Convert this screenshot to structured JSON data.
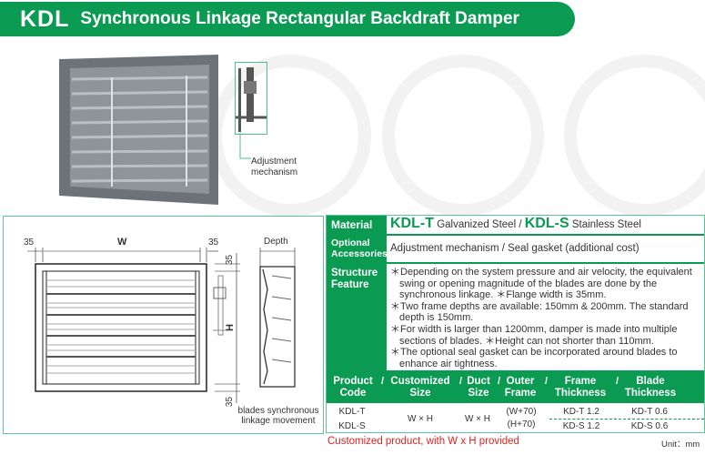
{
  "header": {
    "code": "KDL",
    "title": "Synchronous Linkage Rectangular Backdraft Damper"
  },
  "photo": {
    "callout_label": "Adjustment mechanism"
  },
  "drawing": {
    "dim_left": "35",
    "dim_width": "W",
    "dim_right": "35",
    "dim_top": "35",
    "dim_height": "H",
    "dim_bottom": "35",
    "depth": "Depth",
    "caption_line1": "blades synchronous",
    "caption_line2": "linkage movement"
  },
  "spec": {
    "material": {
      "label": "Material",
      "t_code": "KDL-T",
      "t_text": "Galvanized Steel /",
      "s_code": "KDL-S",
      "s_text": "Stainless Steel"
    },
    "accessories": {
      "label": "Optional Accessories",
      "value": "Adjustment mechanism / Seal gasket (additional cost)"
    },
    "structure": {
      "label": "Structure Feature",
      "items": [
        "＊Depending on the system pressure and air velocity, the equivalent swing or opening magnitude of the blades are done by the synchronous linkage.  ＊Flange width is 35mm.",
        "＊Two frame depths are available: 150mm & 200mm. The standard depth is 150mm.",
        "＊For width is larger than 1200mm, damper is made into multiple sections of blades.  ＊Height can not shorter than 110mm.",
        "＊The optional seal gasket can be incorporated around blades to enhance air tightness."
      ]
    }
  },
  "table": {
    "headers": [
      "Product Code",
      "Customized Size",
      "Duct Size",
      "Outer Frame",
      "Frame Thickness",
      "Blade Thickness"
    ],
    "codes": [
      "KDL-T",
      "KDL-S"
    ],
    "customized_size": "W × H",
    "duct_size": "W × H",
    "outer_frame": [
      "(W+70)",
      "(H+70)"
    ],
    "frame_thickness": [
      "KD-T 1.2",
      "KD-S 1.2"
    ],
    "blade_thickness": [
      "KD-T 0.6",
      "KD-S 0.6"
    ]
  },
  "footer": {
    "note": "Customized product, with W x H provided",
    "unit": "Unit：mm"
  },
  "colors": {
    "brand_green": "#0b9a52",
    "note_red": "#e0221c"
  }
}
